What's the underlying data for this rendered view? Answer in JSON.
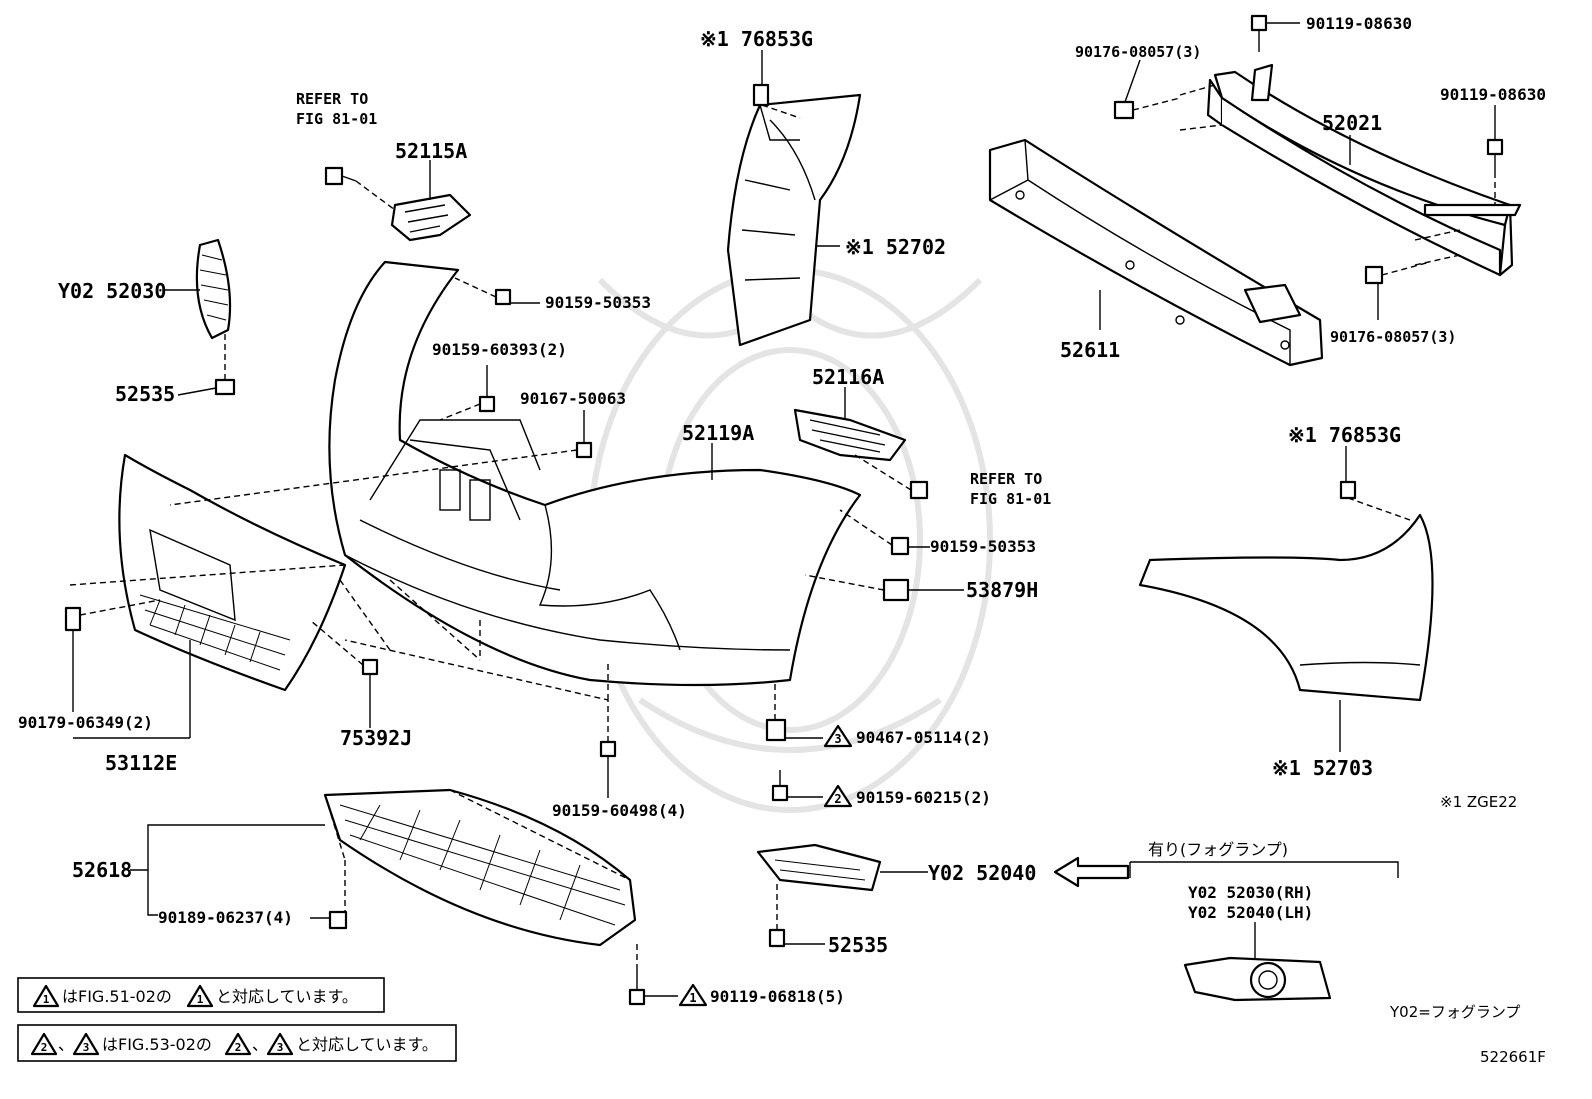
{
  "labels": {
    "p76853G_top": "※1 76853G",
    "p90119_08630_a": "90119-08630",
    "p90176_08057_a": "90176-08057(3)",
    "p90119_08630_b": "90119-08630",
    "refer_to_a1": "REFER TO",
    "refer_to_a2": "FIG 81-01",
    "p52115A": "52115A",
    "p52021": "52021",
    "pY02_52030": "Y02 52030",
    "p52702": "※1 52702",
    "p90159_50353_a": "90159-50353",
    "p90159_60393": "90159-60393(2)",
    "p90176_08057_b": "90176-08057(3)",
    "p52611": "52611",
    "p52535_a": "52535",
    "p90167_50063": "90167-50063",
    "p52116A": "52116A",
    "p52119A": "52119A",
    "p76853G_right": "※1 76853G",
    "refer_to_b1": "REFER TO",
    "refer_to_b2": "FIG 81-01",
    "p90159_50353_b": "90159-50353",
    "p53879H": "53879H",
    "p90179_06349": "90179-06349(2)",
    "p53112E": "53112E",
    "p75392J": "75392J",
    "p90467_05114": "90467-05114(2)",
    "p52703": "※1 52703",
    "p90159_60498": "90159-60498(4)",
    "p90159_60215": "90159-60215(2)",
    "note_zge22": "※1 ZGE22",
    "p52618": "52618",
    "p90189_06237": "90189-06237(4)",
    "pY02_52040": "Y02 52040",
    "p52535_b": "52535",
    "foglamp_header": "有り(フォグランプ)",
    "fog_rh": "Y02 52030(RH)",
    "fog_lh": "Y02 52040(LH)",
    "p90119_06818": "90119-06818(5)",
    "y02_note": "Y02=フォグランプ",
    "diagram_code": "522661F"
  },
  "notes": {
    "note1_text": "はFIG.51-02の",
    "note1_mid": "と対応しています。",
    "note1_mark": "1",
    "note2_sep": "、",
    "note2_text": "はFIG.53-02の",
    "note2_mid": "と対応しています。",
    "note2_mark_a": "2",
    "note2_mark_b": "3"
  },
  "triangle_marks": {
    "t3": "3",
    "t2": "2",
    "t1": "1"
  }
}
